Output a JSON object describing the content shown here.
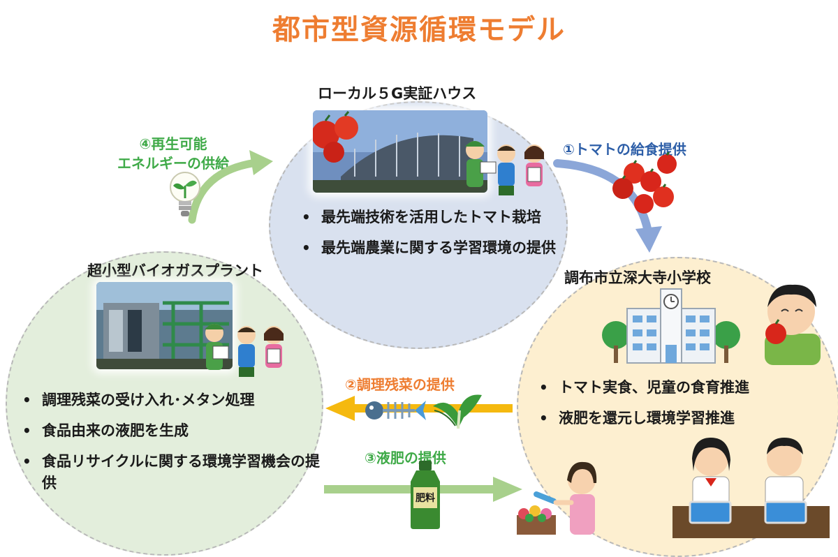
{
  "title": "都市型資源循環モデル",
  "nodes": {
    "house": {
      "title": "ローカル５G実証ハウス",
      "bullets": [
        "最先端技術を活用したトマト栽培",
        "最先端農業に関する学習環境の提供"
      ]
    },
    "plant": {
      "title": "超小型バイオガスプラント",
      "bullets": [
        "調理残菜の受け入れ･メタン処理",
        "食品由来の液肥を生成",
        "食品リサイクルに関する環境学習機会の提供"
      ]
    },
    "school": {
      "title": "調布市立深大寺小学校",
      "bullets": [
        "トマト実食、児童の食育推進",
        "液肥を還元し環境学習推進"
      ]
    }
  },
  "flows": {
    "tomato": {
      "label": "①トマトの給食提供",
      "color": "#2e5fa8"
    },
    "leftovers": {
      "label": "②調理残菜の提供",
      "color": "#ee7d31"
    },
    "fertilizer": {
      "label": "③液肥の提供",
      "color": "#3faa48"
    },
    "energy": {
      "line1": "④再生可能",
      "line2": "エネルギーの供給",
      "color": "#3faa48"
    }
  },
  "fertilizer_bottle_label": "肥料",
  "colors": {
    "title": "#ee7d31",
    "house_circle": "#d9e1ef",
    "plant_circle": "#e3eedc",
    "school_circle": "#fdefd0"
  }
}
